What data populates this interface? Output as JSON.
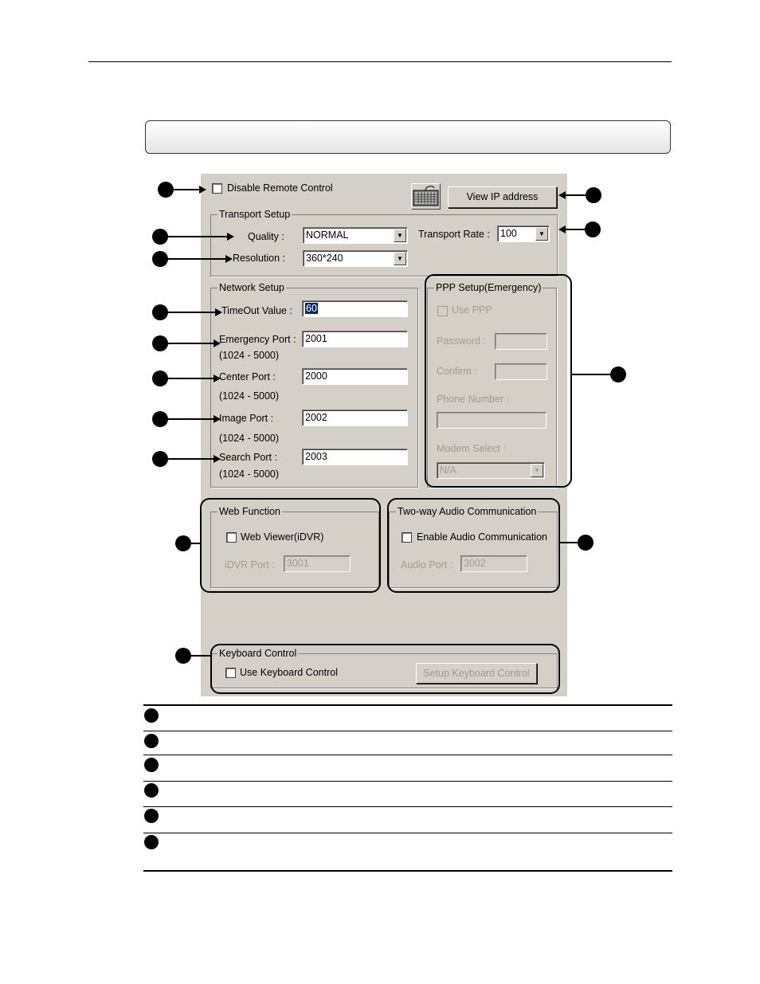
{
  "dialog": {
    "disable_remote_control": "Disable Remote Control",
    "view_ip_button": "View  IP address",
    "keyboard_icon": "keyboard-icon",
    "transport_setup": {
      "legend": "Transport Setup",
      "quality_label": "Quality :",
      "quality_value": "NORMAL",
      "resolution_label": "Resolution :",
      "resolution_value": "360*240",
      "transport_rate_label": "Transport Rate :",
      "transport_rate_value": "100"
    },
    "network_setup": {
      "legend": "Network Setup",
      "timeout_label": "TimeOut Value :",
      "timeout_value": "60",
      "emergency_port_label": "Emergency Port :",
      "emergency_port_range": "(1024 - 5000)",
      "emergency_port_value": "2001",
      "center_port_label": "Center Port :",
      "center_port_range": "(1024 - 5000)",
      "center_port_value": "2000",
      "image_port_label": "Image Port :",
      "image_port_range": "(1024 - 5000)",
      "image_port_value": "2002",
      "search_port_label": "Search Port :",
      "search_port_range": "(1024 - 5000)",
      "search_port_value": "2003"
    },
    "ppp_setup": {
      "legend": "PPP Setup(Emergency)",
      "use_ppp": "Use PPP",
      "password_label": "Password :",
      "confirm_label": "Confirm :",
      "phone_number_label": "Phone Number :",
      "modem_select_label": "Modem Select :",
      "modem_select_value": "N/A"
    },
    "web_function": {
      "legend": "Web Function",
      "web_viewer": "Web Viewer(iDVR)",
      "idvr_port_label": "iDVR Port :",
      "idvr_port_value": "3001"
    },
    "audio": {
      "legend": "Two-way Audio Communication",
      "enable_audio": "Enable Audio Communication",
      "audio_port_label": "Audio Port :",
      "audio_port_value": "3002"
    },
    "keyboard_control": {
      "legend": "Keyboard Control",
      "use_keyboard": "Use Keyboard Control",
      "setup_button": "Setup Keyboard Control"
    }
  },
  "icons": {
    "dropdown_arrow": "▼"
  }
}
